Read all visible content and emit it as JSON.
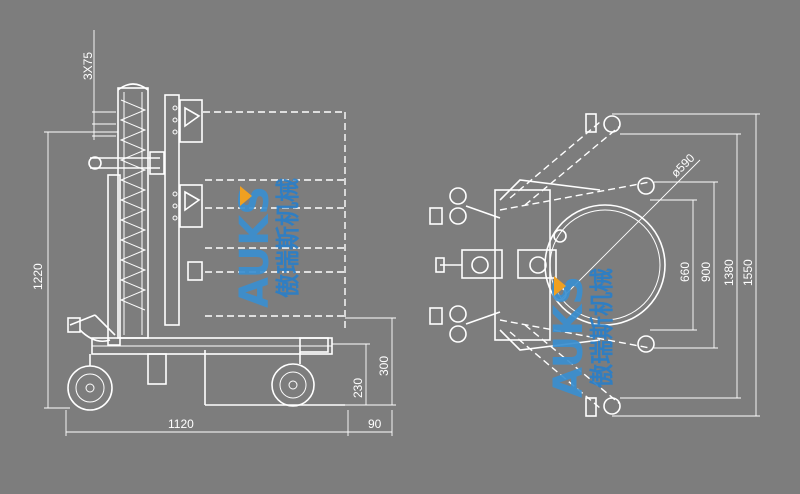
{
  "dimensions": {
    "three_x_75": "3X75",
    "height_1220": "1220",
    "length_1120": "1120",
    "overhang_90": "90",
    "height_300": "300",
    "height_230": "230",
    "diameter_590": "ø590",
    "width_660": "660",
    "width_900": "900",
    "width_1380": "1380",
    "width_1550": "1550"
  },
  "watermark": {
    "latin": "AUKS",
    "chinese": "傲瑞斯机械"
  },
  "colors": {
    "background": "#7d7d7d",
    "line": "#ffffff",
    "watermark_blue": "#2a7fc8",
    "watermark_orange": "#f0a020"
  }
}
